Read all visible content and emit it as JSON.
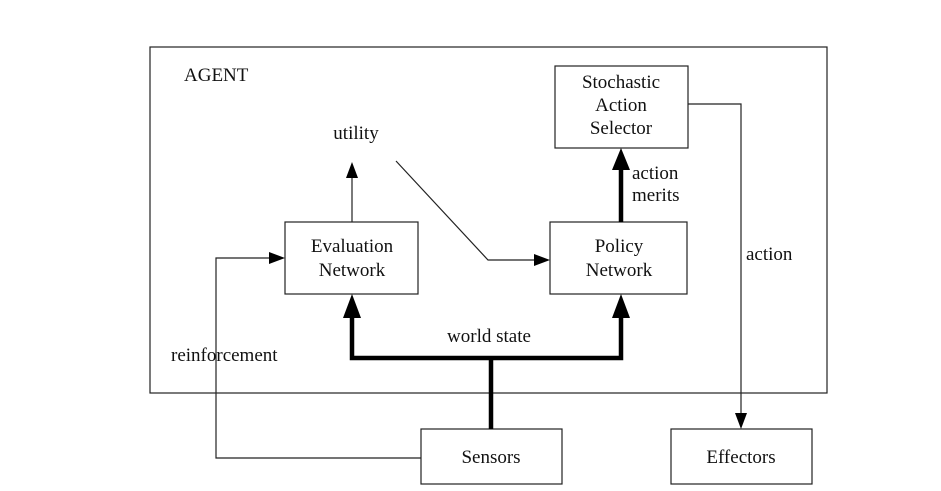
{
  "agent": {
    "label": "AGENT"
  },
  "stochastic_action_selector": {
    "lines": [
      "Stochastic",
      "Action",
      "Selector"
    ]
  },
  "evaluation_network": {
    "lines": [
      "Evaluation",
      "Network"
    ]
  },
  "policy_network": {
    "lines": [
      "Policy",
      "Network"
    ]
  },
  "sensors": {
    "label": "Sensors"
  },
  "effectors": {
    "label": "Effectors"
  },
  "edges": {
    "utility": "utility",
    "action_merits": [
      "action",
      "merits"
    ],
    "action": "action",
    "world_state": "world state",
    "reinforcement": "reinforcement"
  }
}
